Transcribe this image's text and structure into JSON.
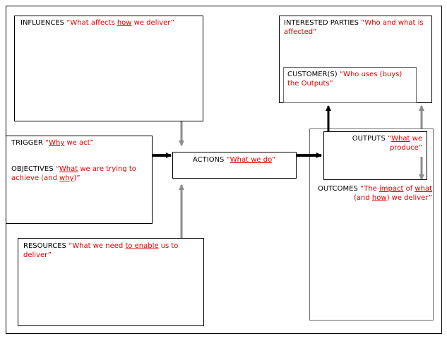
{
  "colors": {
    "label": "#000000",
    "quote": "#e00000",
    "grey_arrow": "#8c8c8c",
    "black_arrow": "#000000"
  },
  "influences": {
    "label": "INFLUENCES",
    "q1": "“What affects ",
    "q2": "how",
    "q3": " we deliver”"
  },
  "interested": {
    "label": "INTERESTED PARTIES",
    "q1": "“Who and what is affected”"
  },
  "customers": {
    "label": "CUSTOMER(S)",
    "q1": "“Who uses (buys) the Outputs”"
  },
  "trigger": {
    "label": "TRIGGER",
    "q1": "“",
    "q2": "Why",
    "q3": " we act”"
  },
  "objectives": {
    "label": "OBJECTIVES",
    "q1": "“",
    "q2": "What",
    "q3": " we are trying to achieve (and ",
    "q4": "why",
    "q5": ")”"
  },
  "actions": {
    "label": "ACTIONS",
    "q1": "“",
    "q2": "What we do",
    "q3": "”"
  },
  "outputs": {
    "label": "OUTPUTS",
    "q1": "“",
    "q2": "What",
    "q3": " we produce”"
  },
  "outcomes": {
    "label": "OUTCOMES",
    "q1": "“The ",
    "q2": "impact",
    "q3": " of ",
    "q4": "what",
    "q5": " (and ",
    "q6": "how",
    "q7": ") we deliver”"
  },
  "resources": {
    "label": "RESOURCES",
    "q1": "“What we need ",
    "q2": "to enable",
    "q3": " us to deliver”"
  }
}
